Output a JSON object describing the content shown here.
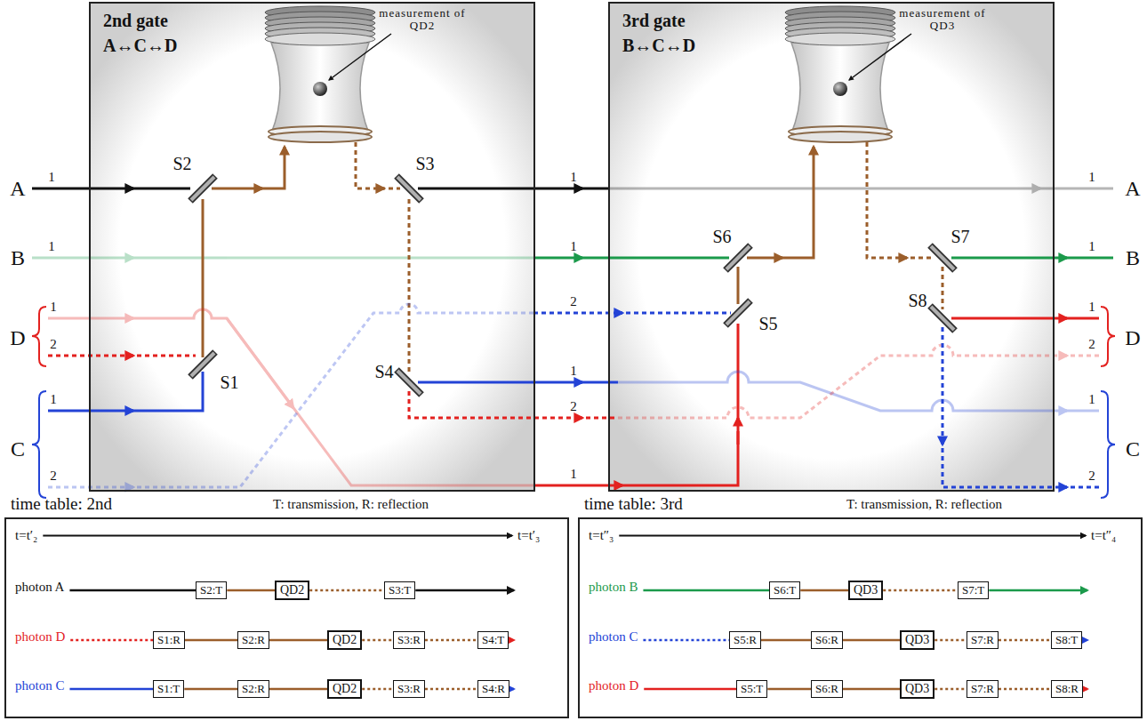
{
  "diagram": {
    "nodes": [
      {
        "text": [
          "2nd gate",
          "A↔C↔D"
        ]
      },
      {
        "text": [
          "3rd gate",
          "B↔C↔D"
        ]
      },
      {
        "text": [
          "time table: 2nd",
          "T: transmission, R: reflection",
          "t=t′₂",
          "t=t′₃",
          "photon A",
          "photon D",
          "photon C"
        ]
      },
      {
        "text": [
          "S2:T"
        ],
        "in": 2
      },
      {
        "text": [
          "QD2"
        ],
        "in": 2
      },
      {
        "text": [
          "S3:T"
        ],
        "in": 2
      },
      {
        "text": [
          "S1:R"
        ],
        "in": 2
      },
      {
        "text": [
          "S2:R"
        ],
        "in": 2
      },
      {
        "text": [
          "QD2"
        ],
        "in": 2
      },
      {
        "text": [
          "S3:R"
        ],
        "in": 2
      },
      {
        "text": [
          "S4:T"
        ],
        "in": 2
      },
      {
        "text": [
          "S1:T"
        ],
        "in": 2
      },
      {
        "text": [
          "S2:R"
        ],
        "in": 2
      },
      {
        "text": [
          "QD2"
        ],
        "in": 2
      },
      {
        "text": [
          "S3:R"
        ],
        "in": 2
      },
      {
        "text": [
          "S4:R"
        ],
        "in": 2
      },
      {
        "text": [
          "time table: 3rd",
          "T: transmission, R: reflection",
          "t=t″₃",
          "t=t″₄",
          "photon B",
          "photon C",
          "photon D"
        ]
      },
      {
        "text": [
          "S6:T"
        ],
        "in": 16
      },
      {
        "text": [
          "QD3"
        ],
        "in": 16
      },
      {
        "text": [
          "S7:T"
        ],
        "in": 16
      },
      {
        "text": [
          "S5:R"
        ],
        "in": 16
      },
      {
        "text": [
          "S6:R"
        ],
        "in": 16
      },
      {
        "text": [
          "QD3"
        ],
        "in": 16
      },
      {
        "text": [
          "S7:R"
        ],
        "in": 16
      },
      {
        "text": [
          "S8:T"
        ],
        "in": 16
      },
      {
        "text": [
          "S5:T"
        ],
        "in": 16
      },
      {
        "text": [
          "S6:R"
        ],
        "in": 16
      },
      {
        "text": [
          "QD3"
        ],
        "in": 16
      },
      {
        "text": [
          "S7:R"
        ],
        "in": 16
      },
      {
        "text": [
          "S8:R"
        ],
        "in": 16
      }
    ],
    "edges": [
      {
        "from": 3,
        "to": 4,
        "arrow": "none"
      },
      {
        "from": 4,
        "to": 5,
        "arrow": "none"
      },
      {
        "from": 6,
        "to": 7,
        "arrow": "none"
      },
      {
        "from": 7,
        "to": 8,
        "arrow": "none"
      },
      {
        "from": 8,
        "to": 9,
        "arrow": "none"
      },
      {
        "from": 9,
        "to": 10,
        "arrow": "none"
      },
      {
        "from": 11,
        "to": 12,
        "arrow": "none"
      },
      {
        "from": 12,
        "to": 13,
        "arrow": "none"
      },
      {
        "from": 13,
        "to": 14,
        "arrow": "none"
      },
      {
        "from": 14,
        "to": 15,
        "arrow": "none"
      },
      {
        "from": 17,
        "to": 18,
        "arrow": "none"
      },
      {
        "from": 18,
        "to": 19,
        "arrow": "none"
      },
      {
        "from": 20,
        "to": 21,
        "arrow": "none"
      },
      {
        "from": 21,
        "to": 22,
        "arrow": "none"
      },
      {
        "from": 22,
        "to": 23,
        "arrow": "none"
      },
      {
        "from": 23,
        "to": 24,
        "arrow": "none"
      },
      {
        "from": 25,
        "to": 26,
        "arrow": "none"
      },
      {
        "from": 26,
        "to": 27,
        "arrow": "none"
      },
      {
        "from": 27,
        "to": 28,
        "arrow": "none"
      },
      {
        "from": 28,
        "to": 29,
        "arrow": "none"
      }
    ],
    "labels": [
      "A",
      "1",
      "B",
      "1",
      "1",
      "D",
      "2",
      "1",
      "C",
      "2",
      "S2",
      "S3",
      "S1",
      "S4",
      "measurement of QD2",
      "1",
      "1",
      "2",
      "1",
      "2",
      "1",
      "S6",
      "S5",
      "S7",
      "S8",
      "measurement of QD3",
      "1",
      "1",
      "1",
      "2",
      "1",
      "2",
      "A",
      "B",
      "D",
      "C"
    ]
  }
}
